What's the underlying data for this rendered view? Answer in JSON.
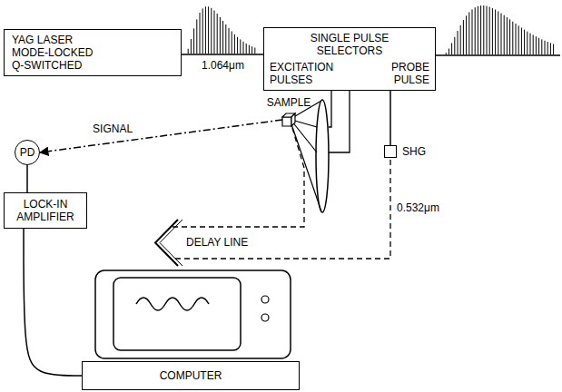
{
  "diagram": {
    "nodes": [
      {
        "text": [
          "YAG LASER MODE-LOCKED Q-SWITCHED"
        ]
      },
      {
        "text": [
          "SINGLE PULSE SELECTORS",
          "EXCITATION PULSES",
          "PROBE PULSE"
        ]
      },
      {
        "text": [
          "SAMPLE"
        ]
      },
      {
        "text": [
          "SHG"
        ]
      },
      {
        "text": [
          "PD"
        ]
      },
      {
        "text": [
          "LOCK-IN AMPLIFIER"
        ]
      },
      {
        "text": [
          "COMPUTER"
        ]
      }
    ],
    "edges": [
      {
        "from": 0,
        "to": 1,
        "arrow": "none"
      },
      {
        "from": 1,
        "to": 3,
        "arrow": "none"
      },
      {
        "from": 2,
        "to": 4,
        "label": "SIGNAL",
        "arrow": "to"
      },
      {
        "from": 4,
        "to": 5,
        "arrow": "none"
      },
      {
        "from": 5,
        "to": 6,
        "arrow": "none"
      }
    ],
    "labels": [
      "1.064μm",
      "0.532μm",
      "DELAY LINE"
    ]
  }
}
